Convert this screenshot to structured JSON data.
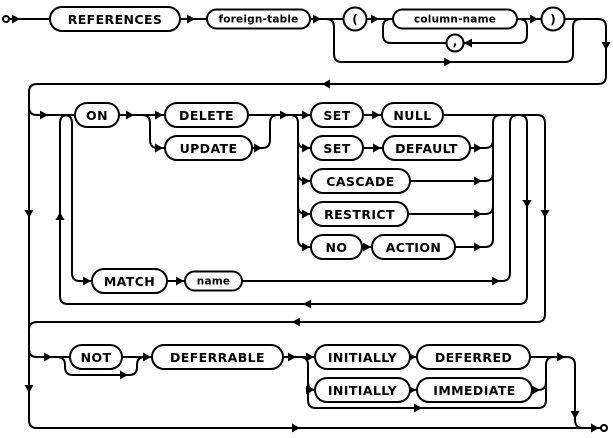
{
  "diagram": {
    "type": "railroad-syntax-diagram",
    "colors": {
      "line": "#000000",
      "background": "#ffffff",
      "node_fill": "#ffffff"
    },
    "nodes": {
      "references": "REFERENCES",
      "foreign_table": "foreign-table",
      "open_paren": "(",
      "column_name": "column-name",
      "comma": ",",
      "close_paren": ")",
      "on": "ON",
      "delete": "DELETE",
      "update": "UPDATE",
      "set1": "SET",
      "null": "NULL",
      "set2": "SET",
      "default": "DEFAULT",
      "cascade": "CASCADE",
      "restrict": "RESTRICT",
      "no": "NO",
      "action": "ACTION",
      "match": "MATCH",
      "name": "name",
      "not": "NOT",
      "deferrable": "DEFERRABLE",
      "initially1": "INITIALLY",
      "deferred": "DEFERRED",
      "initially2": "INITIALLY",
      "immediate": "IMMEDIATE"
    }
  }
}
